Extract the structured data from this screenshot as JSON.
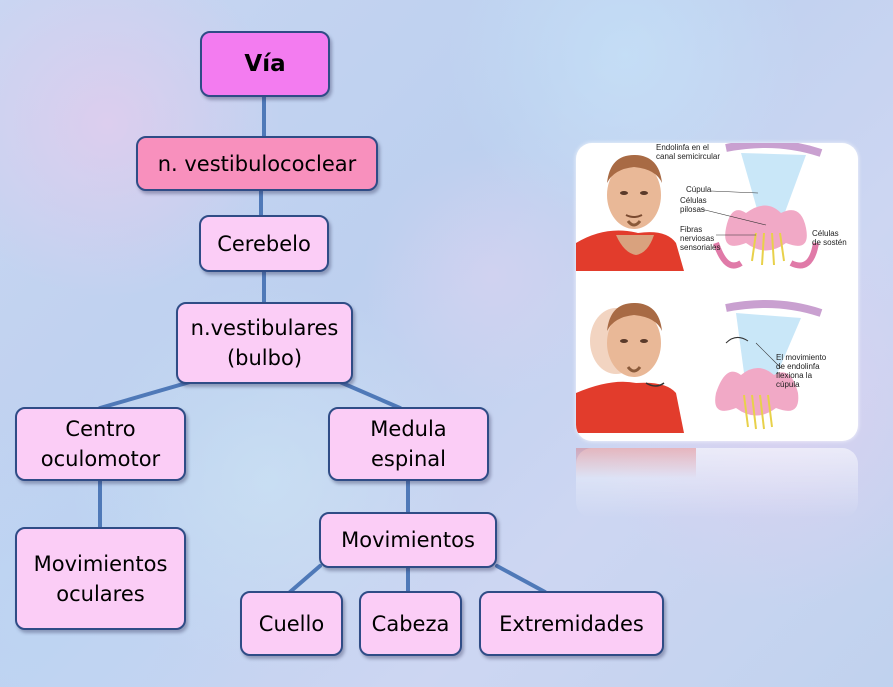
{
  "diagram": {
    "root": "Vía",
    "nerve": "n. vestibulococlear",
    "cerebellum": "Cerebelo",
    "vestibular_nuclei": "n.vestibulares\n(bulbo)",
    "oculomotor_center": "Centro\noculomotor",
    "eye_movements": "Movimientos\noculares",
    "spinal_cord": "Medula\nespinal",
    "movements": "Movimientos",
    "neck": "Cuello",
    "head": "Cabeza",
    "limbs": "Extremidades"
  },
  "illustration": {
    "top_labels": {
      "endolymph": "Endolinfa en el\ncanal semicircular",
      "cupula": "Cúpula",
      "hair_cells": "Células\npilosas",
      "nerve_fibers": "Fibras\nnerviosas\nsensoriales",
      "support_cells": "Células\nde sostén"
    },
    "bottom_label": "El movimiento\nde endolinfa\nflexiona la\ncúpula"
  },
  "colors": {
    "root_fill": "#f37cf0",
    "nerve_fill": "#f890bd",
    "node_fill": "#fbcdf6",
    "node_border": "#2f4c86",
    "connector": "#4f79b8"
  }
}
